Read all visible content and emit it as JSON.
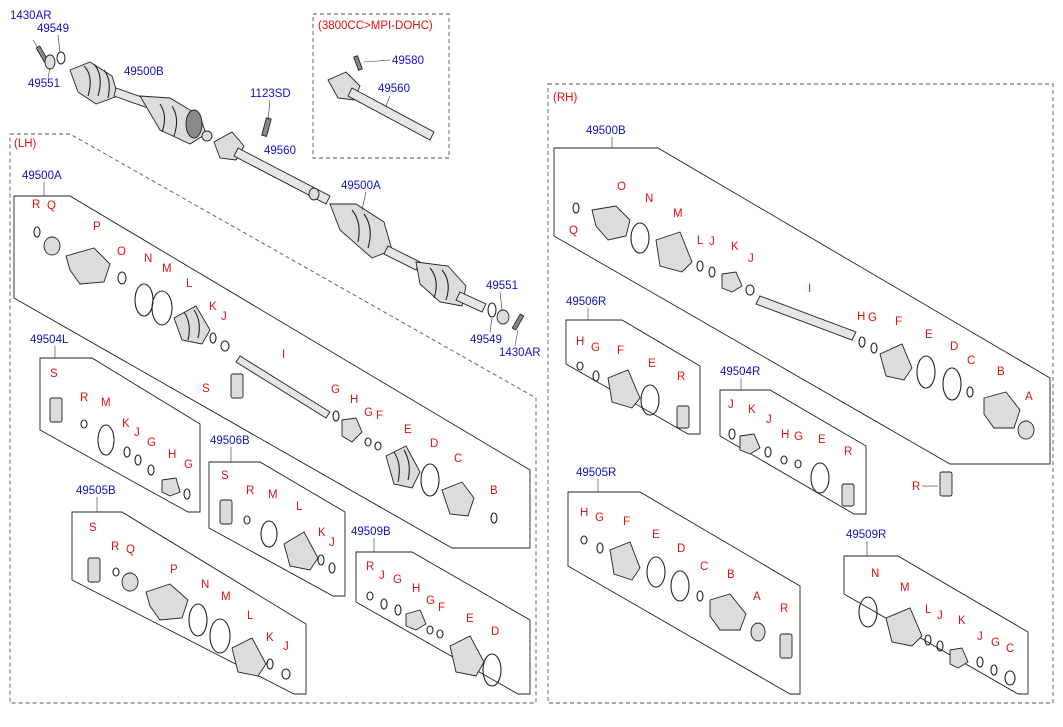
{
  "variant_note": "(3800CC>MPI-DOHC)",
  "sides": {
    "lh": "(LH)",
    "rh": "(RH)"
  },
  "part_numbers": {
    "p1430AR": "1430AR",
    "p49549": "49549",
    "p49551": "49551",
    "p49500B": "49500B",
    "p1123SD": "1123SD",
    "p49560": "49560",
    "p49580": "49580",
    "p49500A": "49500A",
    "p49504L": "49504L",
    "p49505B": "49505B",
    "p49506B": "49506B",
    "p49509B": "49509B",
    "p49506R": "49506R",
    "p49504R": "49504R",
    "p49505R": "49505R",
    "p49509R": "49509R"
  },
  "letters": {
    "A": "A",
    "B": "B",
    "C": "C",
    "D": "D",
    "E": "E",
    "F": "F",
    "G": "G",
    "H": "H",
    "I": "I",
    "J": "J",
    "K": "K",
    "L": "L",
    "M": "M",
    "N": "N",
    "O": "O",
    "P": "P",
    "Q": "Q",
    "R": "R",
    "S": "S"
  }
}
